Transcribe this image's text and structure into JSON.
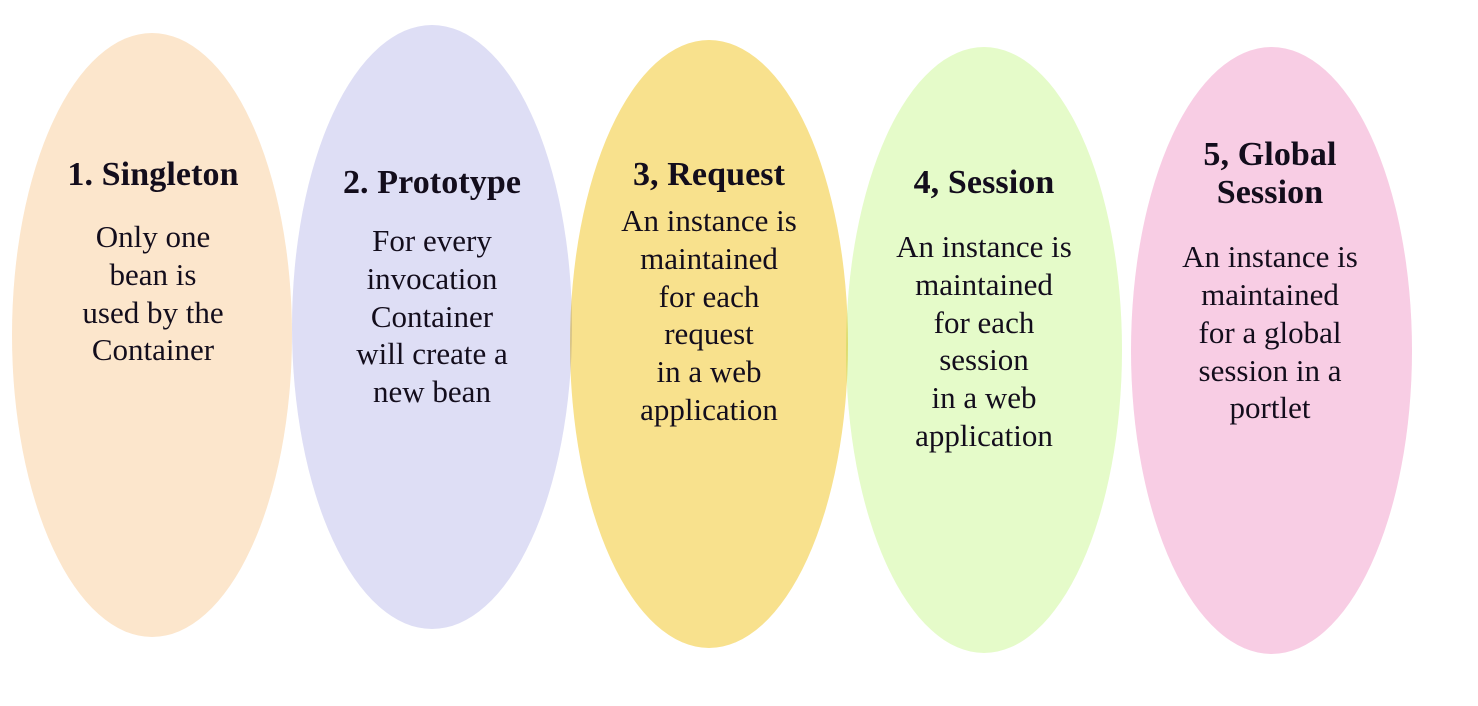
{
  "diagram": {
    "background_color": "#ffffff",
    "text_color": "#130d1c",
    "scopes": [
      {
        "index": "1",
        "title": "1. Singleton",
        "description": "Only one\nbean is\nused by the\nContainer",
        "color": "#fce6cc",
        "color_name": "peach"
      },
      {
        "index": "2",
        "title": "2. Prototype",
        "description": "For every\ninvocation\nContainer\nwill create a\nnew bean",
        "color": "#dedef5",
        "color_name": "lavender"
      },
      {
        "index": "3",
        "title": "3, Request",
        "description": "An instance is\nmaintained\nfor each\nrequest\nin a web\napplication",
        "color": "#f8e18d",
        "color_name": "yellow"
      },
      {
        "index": "4",
        "title": "4, Session",
        "description": "An instance is\nmaintained\nfor each\nsession\nin a web\napplication",
        "color": "#e5fbc9",
        "color_name": "light-green"
      },
      {
        "index": "5",
        "title": "5, Global\nSession",
        "description": "An instance is\nmaintained\nfor a global\nsession in a\nportlet",
        "color": "#f8cde4",
        "color_name": "pink"
      }
    ]
  }
}
